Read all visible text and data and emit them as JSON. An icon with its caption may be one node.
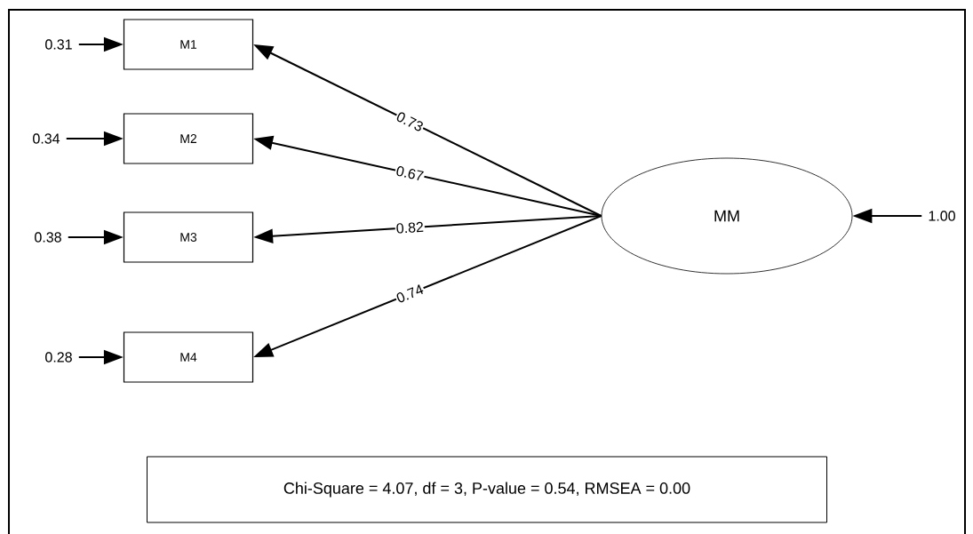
{
  "diagram": {
    "nodes": [
      {
        "text": [
          "M1"
        ]
      },
      {
        "text": [
          "M2"
        ]
      },
      {
        "text": [
          "M3"
        ]
      },
      {
        "text": [
          "M4"
        ]
      },
      {
        "text": [
          "MM"
        ]
      },
      {
        "text": [
          "0.31"
        ]
      },
      {
        "text": [
          "0.34"
        ]
      },
      {
        "text": [
          "0.38"
        ]
      },
      {
        "text": [
          "0.28"
        ]
      },
      {
        "text": [
          "1.00"
        ]
      },
      {
        "text": [
          "Chi-Square = 4.07, df = 3, P-value = 0.54, RMSEA = 0.00"
        ]
      }
    ],
    "edges": [
      {
        "from": 4,
        "to": 0,
        "arrow": "to",
        "label": "0.73"
      },
      {
        "from": 4,
        "to": 1,
        "arrow": "to",
        "label": "0.67"
      },
      {
        "from": 4,
        "to": 2,
        "arrow": "to",
        "label": "0.82"
      },
      {
        "from": 4,
        "to": 3,
        "arrow": "to",
        "label": "0.74"
      },
      {
        "from": 5,
        "to": 0,
        "arrow": "to"
      },
      {
        "from": 6,
        "to": 1,
        "arrow": "to"
      },
      {
        "from": 7,
        "to": 2,
        "arrow": "to"
      },
      {
        "from": 8,
        "to": 3,
        "arrow": "to"
      },
      {
        "from": 9,
        "to": 4,
        "arrow": "to"
      }
    ]
  }
}
